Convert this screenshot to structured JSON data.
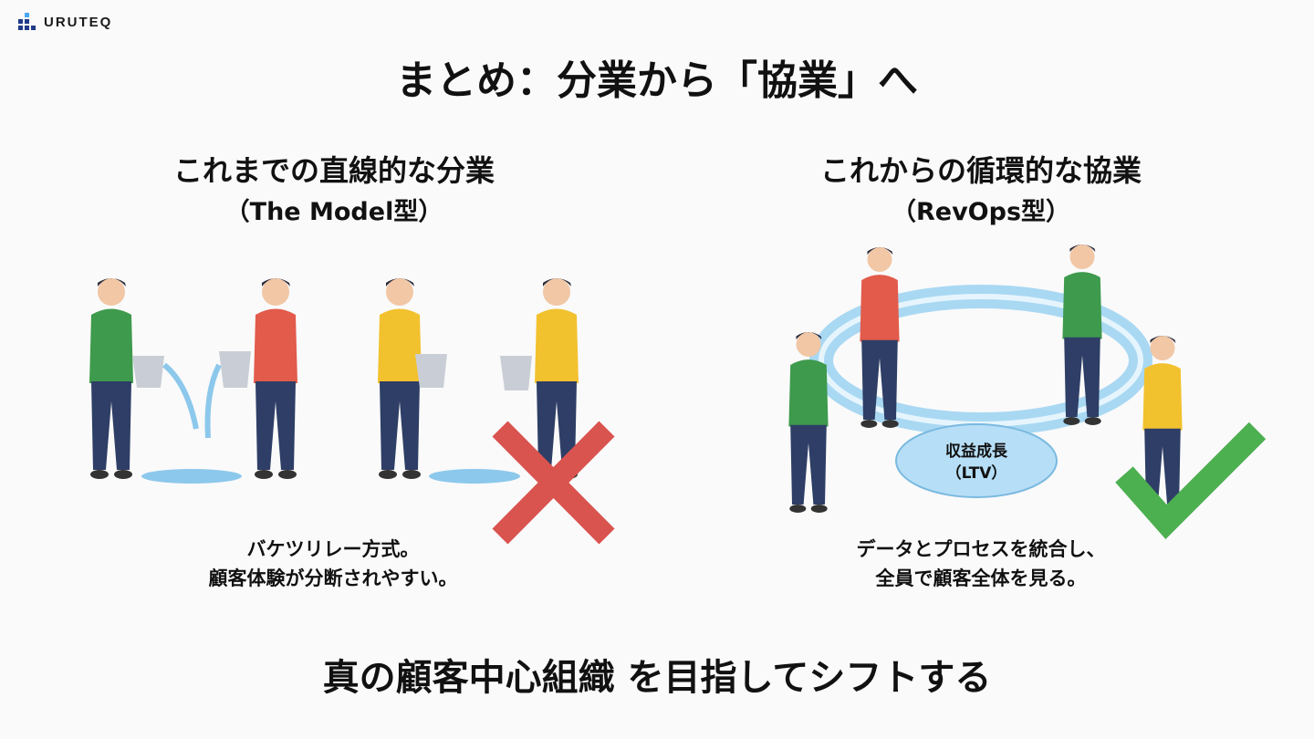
{
  "brand": {
    "name": "URUTEQ"
  },
  "title": "まとめ：分業から「協業」へ",
  "left": {
    "heading": "これまでの直線的な分業",
    "subheading": "（The Model型）",
    "caption_lines": [
      "バケツリレー方式。",
      "顧客体験が分断されやすい。"
    ],
    "verdict_icon": "red-cross-icon"
  },
  "right": {
    "heading": "これからの循環的な協業",
    "subheading": "（RevOps型）",
    "pool_label": "収益成長",
    "pool_sub": "（LTV）",
    "caption_lines": [
      "データとプロセスを統合し、",
      "全員で顧客全体を見る。"
    ],
    "verdict_icon": "green-check-icon"
  },
  "bottom_message": "真の顧客中心組織 を目指してシフトする",
  "colors": {
    "cross": "#d9534f",
    "check": "#4caf50",
    "water": "#8cc8ec",
    "green_shirt": "#3e9a4c",
    "red_shirt": "#e25b4b",
    "yellow_shirt": "#f2c12e",
    "pants": "#2e3e66"
  }
}
